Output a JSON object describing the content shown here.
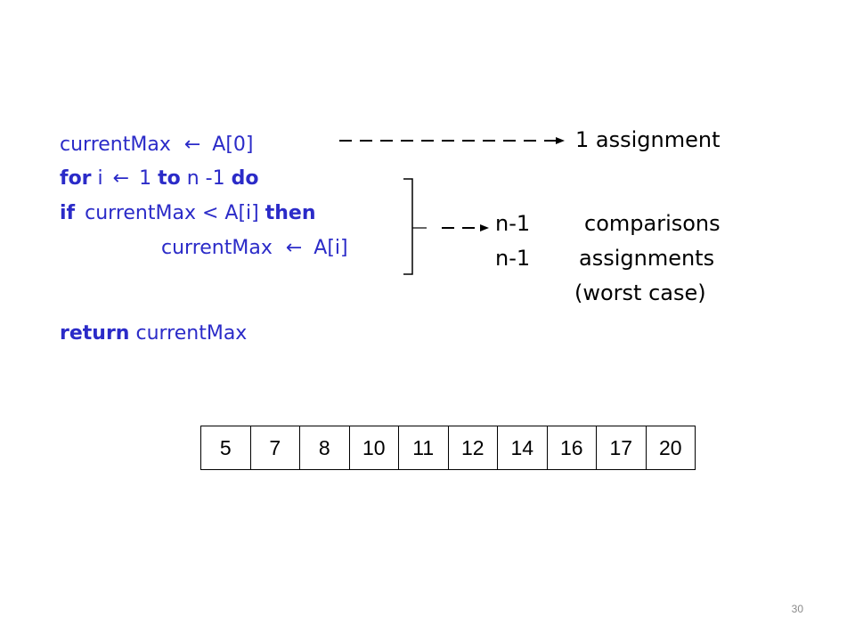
{
  "code": {
    "line1": {
      "var": "currentMax",
      "arrow": "←",
      "rest": "A[0]"
    },
    "line2": {
      "kw_for": "for",
      "var_i": "i",
      "arrow": "←",
      "start": "1",
      "kw_to": "to",
      "end": "n -1",
      "kw_do": "do"
    },
    "line3": {
      "kw_if": "if",
      "cond": "currentMax < A[i]",
      "kw_then": "then"
    },
    "line4": {
      "var": "currentMax",
      "arrow": "←",
      "rest": "A[i]"
    },
    "line5": {
      "kw_return": "return",
      "var": "currentMax"
    }
  },
  "annotations": {
    "first": "1 assignment",
    "row1": {
      "count": "n-1",
      "label": "comparisons"
    },
    "row2": {
      "count": "n-1",
      "label": "assignments"
    },
    "note": "(worst case)"
  },
  "array_values": [
    "5",
    "7",
    "8",
    "10",
    "11",
    "12",
    "14",
    "16",
    "17",
    "20"
  ],
  "page_number": "30",
  "colors": {
    "code": "#2b2bc8",
    "text": "#000000",
    "page_number": "#8a8a8a"
  }
}
